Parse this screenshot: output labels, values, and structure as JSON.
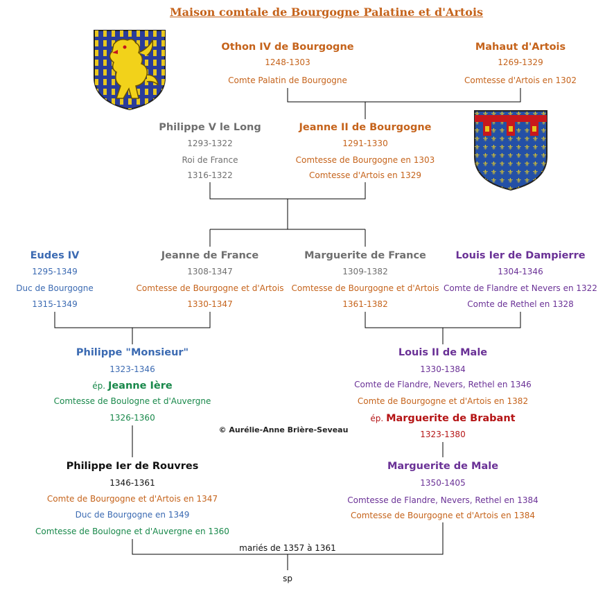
{
  "title": "Maison comtale de Bourgogne Palatine et d'Artois",
  "copyright": "© Aurélie-Anne Brière-Seveau",
  "colors": {
    "orange": "#c5631b",
    "gray": "#6f6f6f",
    "blue": "#3b6ab2",
    "purple": "#6a3196",
    "green": "#18884a",
    "red": "#b51516",
    "black": "#111111"
  },
  "coats": {
    "bourgogne": "lion-rampant-shield-icon",
    "artois": "fleur-de-lis-shield-icon"
  },
  "persons": {
    "othon": {
      "name": "Othon IV de Bourgogne",
      "dates": "1248-1303",
      "lines": [
        "Comte Palatin de Bourgogne"
      ]
    },
    "mahaut": {
      "name": "Mahaut d'Artois",
      "dates": "1269-1329",
      "lines": [
        "Comtesse d'Artois en 1302"
      ]
    },
    "philippe_v": {
      "name": "Philippe V le Long",
      "dates": "1293-1322",
      "lines": [
        "Roi de France",
        "1316-1322"
      ]
    },
    "jeanne_ii": {
      "name": "Jeanne II de Bourgogne",
      "dates": "1291-1330",
      "lines": [
        "Comtesse de Bourgogne en 1303",
        "Comtesse d'Artois en 1329"
      ]
    },
    "eudes": {
      "name": "Eudes IV",
      "dates": "1295-1349",
      "lines": [
        "Duc de Bourgogne",
        "1315-1349"
      ]
    },
    "jeanne_fr": {
      "name": "Jeanne de France",
      "dates": "1308-1347",
      "lines": [
        "Comtesse de Bourgogne et d'Artois",
        "1330-1347"
      ]
    },
    "marguerite_fr": {
      "name": "Marguerite de France",
      "dates": "1309-1382",
      "lines": [
        "Comtesse de Bourgogne et d'Artois",
        "1361-1382"
      ]
    },
    "louis_i": {
      "name": "Louis Ier de Dampierre",
      "dates": "1304-1346",
      "lines": [
        "Comte de Flandre et Nevers en 1322",
        "Comte de Rethel en 1328"
      ]
    },
    "philippe_m": {
      "name": "Philippe \"Monsieur\"",
      "dates": "1323-1346"
    },
    "jeanne_i": {
      "prefix": "ép.",
      "name": "Jeanne Ière",
      "lines": [
        "Comtesse de Boulogne et d'Auvergne",
        "1326-1360"
      ]
    },
    "louis_ii": {
      "name": "Louis II de Male",
      "dates": "1330-1384",
      "lines": [
        "Comte de Flandre, Nevers, Rethel en 1346",
        "Comte de Bourgogne et d'Artois en 1382"
      ]
    },
    "marg_brabant": {
      "prefix": "ép.",
      "name": "Marguerite de Brabant",
      "dates": "1323-1380"
    },
    "philippe_r": {
      "name": "Philippe Ier de Rouvres",
      "dates": "1346-1361",
      "lines": [
        "Comte de Bourgogne et d'Artois en 1347",
        "Duc de Bourgogne en 1349",
        "Comtesse de Boulogne et d'Auvergne en 1360"
      ]
    },
    "marg_male": {
      "name": "Marguerite de Male",
      "dates": "1350-1405",
      "lines": [
        "Comtesse de Flandre, Nevers, Rethel en 1384",
        "Comtesse de Bourgogne et d'Artois en 1384"
      ]
    }
  },
  "marriage_note": "mariés de 1357 à 1361",
  "issue": "sp"
}
